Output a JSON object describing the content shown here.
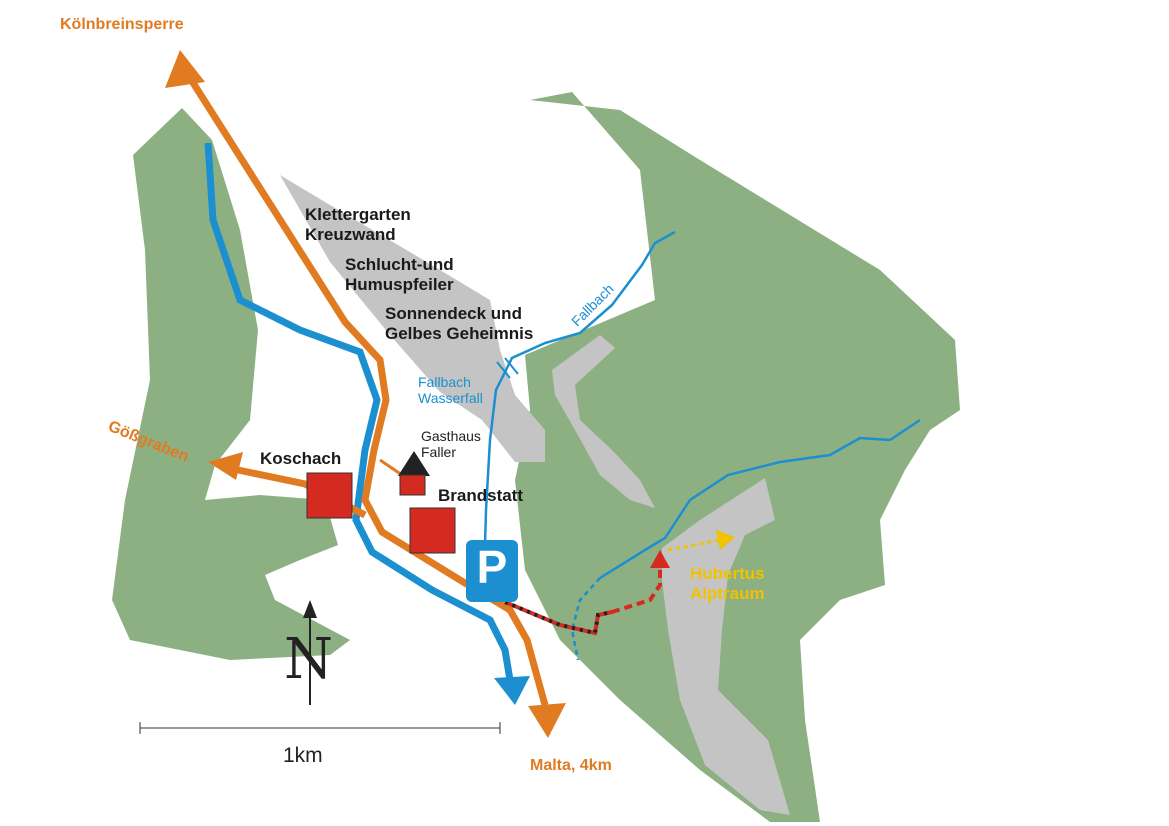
{
  "colors": {
    "forest": "#8db083",
    "rock": "#c4c4c4",
    "road": "#e07b22",
    "river": "#1b8fd0",
    "village": "#d42a1f",
    "climb": "#f2c200"
  },
  "labels": {
    "north_road": "Kölnbreinsperre",
    "south_road": "Malta, 4km",
    "west_road": "Gößgraben",
    "klettergarten": [
      "Klettergarten",
      "Kreuzwand"
    ],
    "schlucht": [
      "Schlucht-und",
      "Humuspfeiler"
    ],
    "sonnendeck": [
      "Sonnendeck und",
      "Gelbes Geheimnis"
    ],
    "fallbach_stream": "Fallbach",
    "waterfall": [
      "Fallbach",
      "Wasserfall"
    ],
    "gasthaus": [
      "Gasthaus",
      "Faller"
    ],
    "koschach": "Koschach",
    "brandstatt": "Brandstatt",
    "parking": "P",
    "hubertus": [
      "Hubertus",
      "Alptraum"
    ],
    "north": "N",
    "scale": "1km"
  },
  "icons": [
    "parking-icon",
    "north-arrow-icon",
    "house-icon"
  ]
}
